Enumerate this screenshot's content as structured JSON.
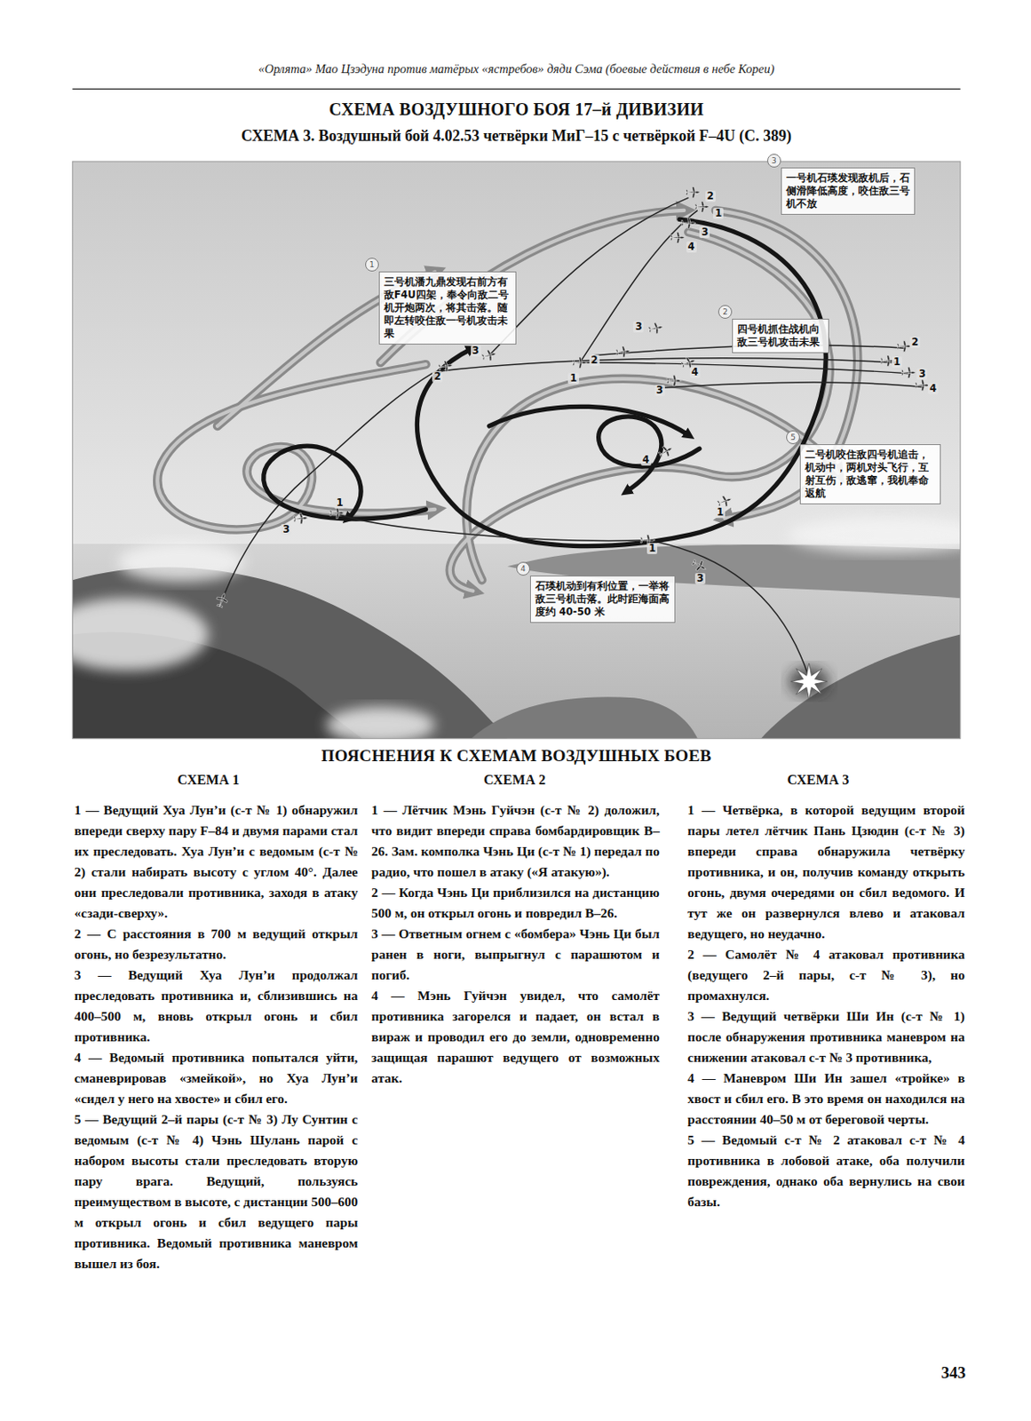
{
  "diagram": {
    "title": "СХЕМА ВОЗДУШНОГО БОЯ 17–й ДИВИЗИИ",
    "nodes": [
      {
        "text": [
          "1",
          "三号机潘九鼎发现右前方有敌F4U四架，奉令向敌二号机开炮两次，将其击落。随即左转咬住敌一号机攻击未果"
        ]
      },
      {
        "text": [
          "2",
          "四号机抓住战机向敌三号机攻击未果"
        ]
      },
      {
        "text": [
          "3",
          "一号机石瑛发现敌机后，石侧滑降低高度，咬住敌三号机不放"
        ]
      },
      {
        "text": [
          "4",
          "石瑛机动到有利位置，一举将敌三号机击落。此时距海面高度约 40-50 米"
        ]
      },
      {
        "text": [
          "5",
          "二号机咬住敌四号机追击，机动中，两机对头飞行，互射互伤，敌逃窜，我机奉命返航"
        ]
      }
    ],
    "labels": [
      "«Орлята» Мао Цзэдуна против матёрых «ястребов» дяди Сэма (боевые действия в небе Кореи)",
      "СХЕМА 3. Воздушный бой 4.02.53 четвёрки МиГ–15 с четвёркой F–4U (С. 389)",
      "ПОЯСНЕНИЯ К СХЕМАМ ВОЗДУШНЫХ БОЕВ",
      "СХЕМА 1",
      "СХЕМА 2",
      "СХЕМА 3",
      "1 — Ведущий Хуа Лун’и (с-т № 1) обнаружил впереди сверху пару F–84 и двумя парами стал их преследовать. Хуа Лун’и с ведомым (с-т № 2) стали набирать высоту с углом 40°. Далее они преследовали противника, заходя в атаку «сзади-сверху».",
      "2 — С расстояния в 700 м ведущий открыл огонь, но безрезультатно.",
      "3 — Ведущий Хуа Лун’и продолжал преследовать противника и, сблизившись на 400–500 м, вновь открыл огонь и сбил противника.",
      "4 — Ведомый противника попытался уйти, сманеврировав «змейкой», но Хуа Лун’и «сидел у него на хвосте» и сбил его.",
      "5 — Ведущий 2–й пары (с-т № 3) Лу Сунтин с ведомым (с-т № 4) Чэнь Шулань парой с набором высоты стали преследовать вторую пару врага. Ведущий, пользуясь преимуществом в высоте, с дистанции 500–600 м открыл огонь и сбил ведущего пары противника. Ведомый противника маневром вышел из боя.",
      "1 — Лётчик Мэнь Гуйчэн (с-т № 2) доложил, что видит впереди справа бомбардировщик B–26. Зам. комполка Чэнь Ци (с-т № 1) передал по радио, что пошел в атаку («Я атакую»).",
      "2 — Когда Чэнь Ци приблизился на дистанцию 500 м, он открыл огонь и повредил B–26.",
      "3 — Ответным огнем с «бомбера» Чэнь Ци был ранен в ноги, выпрыгнул с парашютом и погиб.",
      "4 — Мэнь Гуйчэн увидел, что самолёт противника загорелся и падает, он встал в вираж и проводил его до земли, одновременно защищая парашют ведущего от возможных атак.",
      "1 — Четвёрка, в которой ведущим второй пары летел лётчик Пань Цзюдин (с-т № 3) впереди справа обнаружила четвёрку противника, и он, получив команду открыть огонь, двумя очередями он сбил ведомого. И тут же он развернулся влево и атаковал ведущего, но неудачно.",
      "2 — Самолёт № 4 атаковал противника (ведущего 2–й пары, с-т № 3), но промахнулся.",
      "3 — Ведущий четвёрки Ши Ин (с-т № 1) после обнаружения противника маневром на снижении атаковал с-т № 3 противника,",
      "4 — Маневром Ши Ин зашел «тройке» в хвост и сбил его. В это время он находился на расстоянии 40–50 м от береговой черты.",
      "5 — Ведомый с-т № 2 атаковал с-т № 4 противника в лобовой атаке, оба получили повреждения, однако оба вернулись на свои базы.",
      "343",
      "2",
      "1",
      "3",
      "4",
      "2",
      "1",
      "3",
      "4",
      "3",
      "2",
      "3",
      "2",
      "1",
      "4",
      "3",
      "4",
      "1",
      "1",
      "3",
      "1",
      "3"
    ]
  }
}
